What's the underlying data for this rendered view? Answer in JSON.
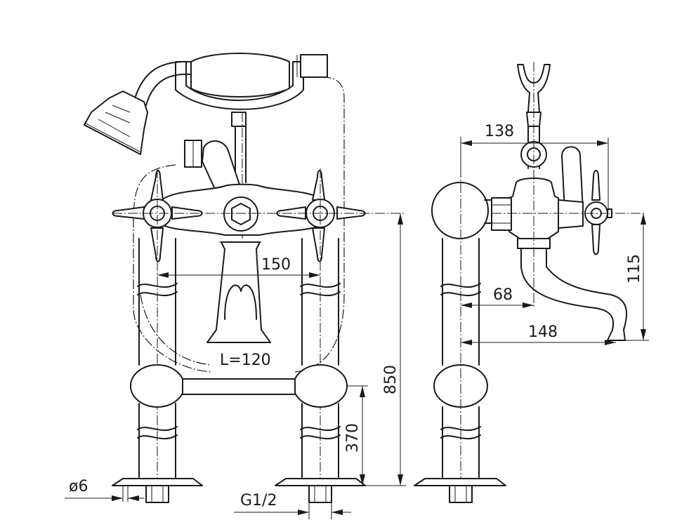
{
  "dimensions": {
    "width_138": "138",
    "height_115": "115",
    "offset_68": "68",
    "reach_148": "148",
    "spacing_150": "150",
    "hose_length": "L=120",
    "height_850": "850",
    "height_370": "370",
    "diameter_6": "ø6",
    "thread": "G1/2"
  },
  "colors": {
    "line": "#1a1a1a",
    "background": "#ffffff"
  }
}
